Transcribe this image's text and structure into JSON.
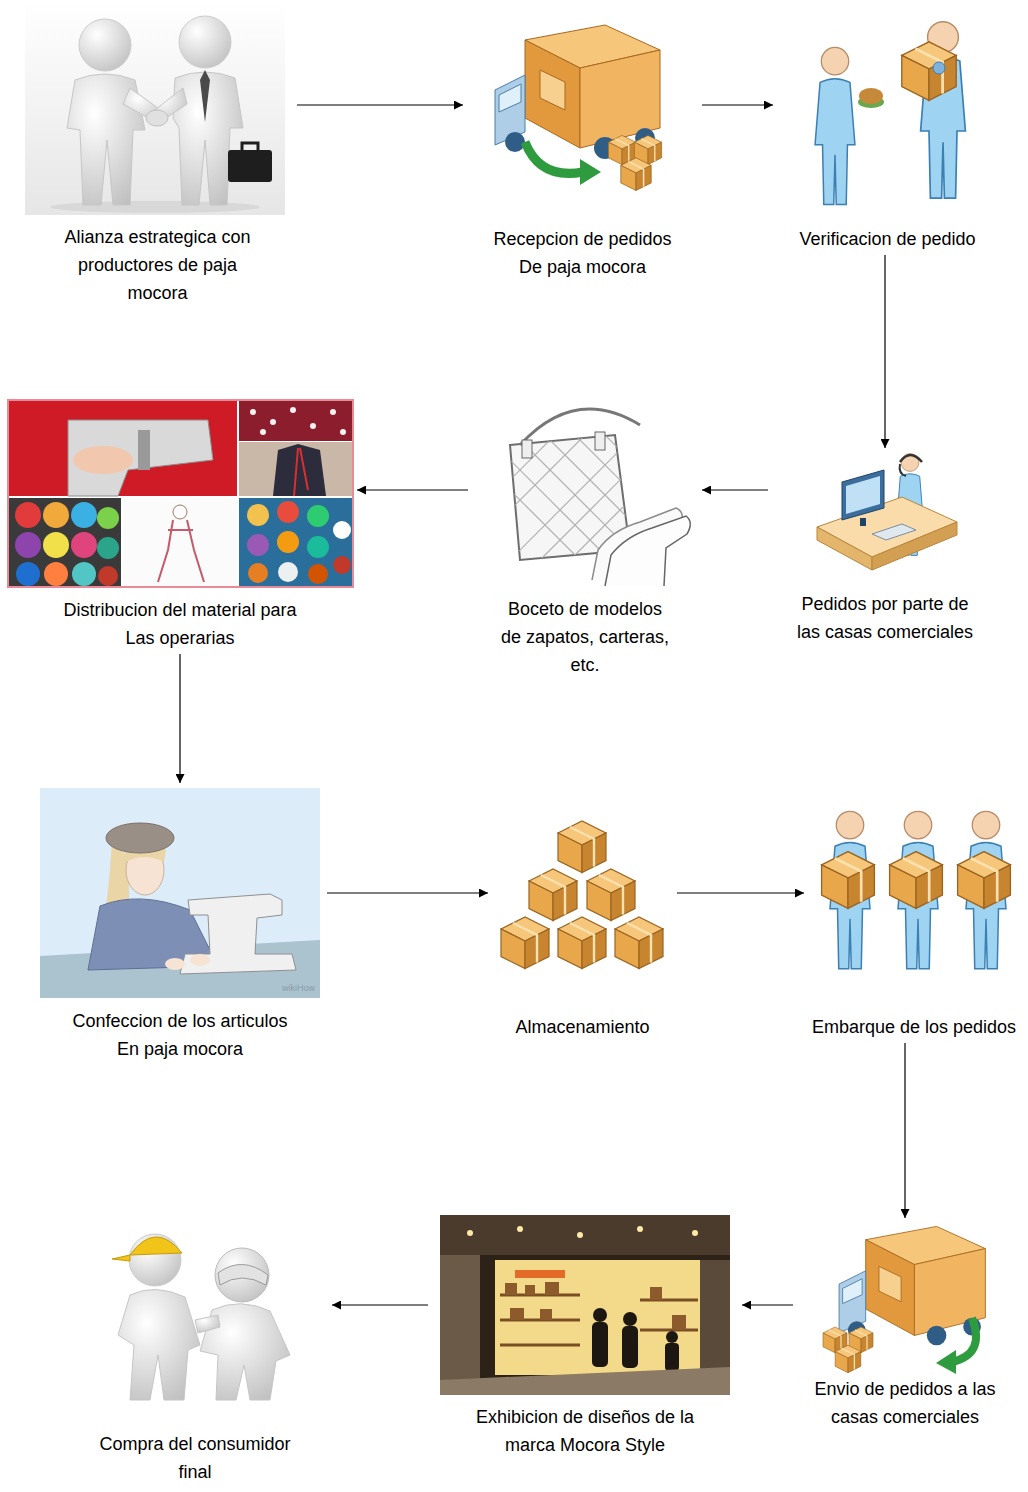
{
  "diagram": {
    "nodes": [
      {
        "text": [
          "Alianza estrategica con productores de paja mocora"
        ]
      },
      {
        "text": [
          "Recepcion de pedidos De paja mocora"
        ]
      },
      {
        "text": [
          "Verificacion de pedido"
        ]
      },
      {
        "text": [
          "Pedidos por parte de las casas comerciales"
        ]
      },
      {
        "text": [
          "Boceto de modelos de zapatos, carteras, etc."
        ]
      },
      {
        "text": [
          "Distribucion del material para Las operarias"
        ]
      },
      {
        "text": [
          "Confeccion de los articulos En paja mocora"
        ]
      },
      {
        "text": [
          "Almacenamiento"
        ]
      },
      {
        "text": [
          "Embarque de los pedidos"
        ]
      },
      {
        "text": [
          "Envio de pedidos a las casas comerciales"
        ]
      },
      {
        "text": [
          "Exhibicion de diseños de la marca Mocora Style"
        ]
      },
      {
        "text": [
          "Compra del consumidor final"
        ]
      }
    ],
    "edges": [
      {
        "from": 0,
        "to": 1,
        "arrow": "to"
      },
      {
        "from": 1,
        "to": 2,
        "arrow": "to"
      },
      {
        "from": 2,
        "to": 3,
        "arrow": "to"
      },
      {
        "from": 3,
        "to": 4,
        "arrow": "to"
      },
      {
        "from": 4,
        "to": 5,
        "arrow": "to"
      },
      {
        "from": 5,
        "to": 6,
        "arrow": "to"
      },
      {
        "from": 6,
        "to": 7,
        "arrow": "to"
      },
      {
        "from": 7,
        "to": 8,
        "arrow": "to"
      },
      {
        "from": 8,
        "to": 9,
        "arrow": "to"
      },
      {
        "from": 9,
        "to": 10,
        "arrow": "to"
      },
      {
        "from": 10,
        "to": 11,
        "arrow": "to"
      }
    ],
    "labels": [
      "wikiHow"
    ]
  }
}
